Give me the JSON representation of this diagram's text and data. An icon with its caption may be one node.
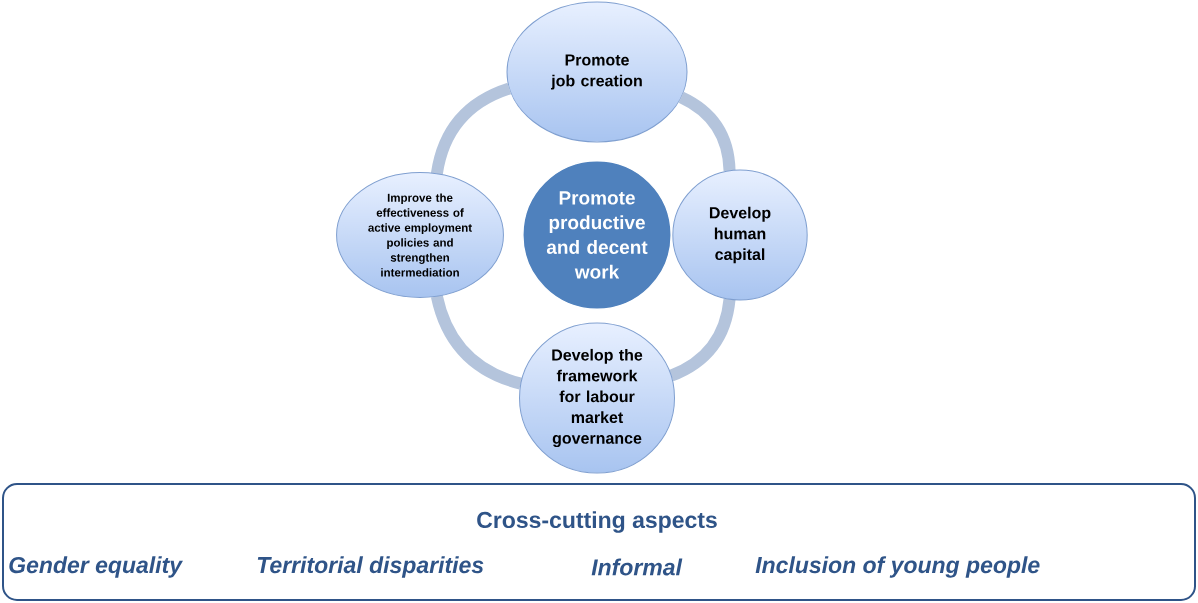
{
  "diagram": {
    "nodes": [
      {
        "text": [
          "Promote job creation"
        ]
      },
      {
        "text": [
          "Improve the effectiveness of active employment policies and strengthen intermediation"
        ]
      },
      {
        "text": [
          "Promote productive and decent work"
        ]
      },
      {
        "text": [
          "Develop human capital"
        ]
      },
      {
        "text": [
          "Develop the framework for labour market governance"
        ]
      },
      {
        "text": [
          "Cross-cutting aspects",
          "Gender equality",
          "Territorial disparities",
          "Informal",
          "Inclusion of young people"
        ]
      }
    ],
    "edges": [
      {
        "from": 0,
        "to": 3,
        "arrow": "none"
      },
      {
        "from": 3,
        "to": 4,
        "arrow": "none"
      },
      {
        "from": 4,
        "to": 1,
        "arrow": "none"
      },
      {
        "from": 1,
        "to": 0,
        "arrow": "none"
      }
    ]
  }
}
